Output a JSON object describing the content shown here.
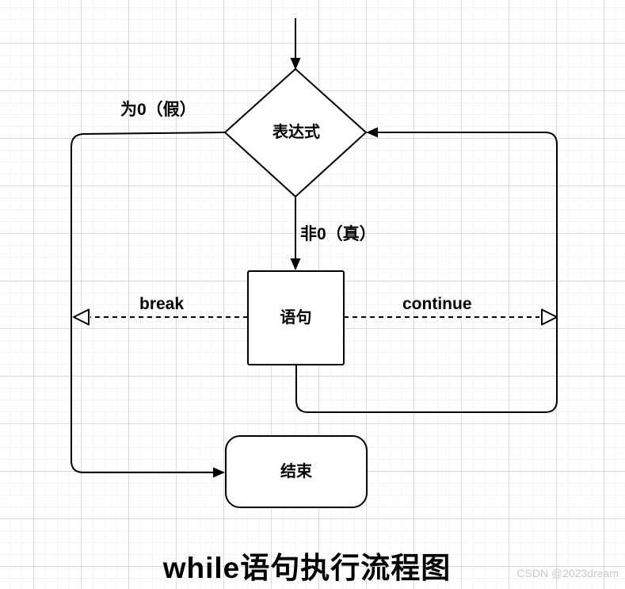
{
  "diagram": {
    "title": "while语句执行流程图",
    "watermark": "CSDN @2023dream",
    "nodes": {
      "decision": {
        "label": "表达式",
        "shape": "diamond"
      },
      "statement": {
        "label": "语句",
        "shape": "rectangle"
      },
      "end": {
        "label": "结束",
        "shape": "rounded-rectangle"
      }
    },
    "edges": {
      "false_label": "为0（假）",
      "true_label": "非0（真）",
      "break_label": "break",
      "continue_label": "continue"
    },
    "colors": {
      "stroke": "#000000",
      "node_fill": "#ffffff",
      "grid_minor": "#f4f3f5",
      "grid_major": "#d9d9d9",
      "watermark_text": "#c9c9c9",
      "background": "#ffffff"
    }
  }
}
